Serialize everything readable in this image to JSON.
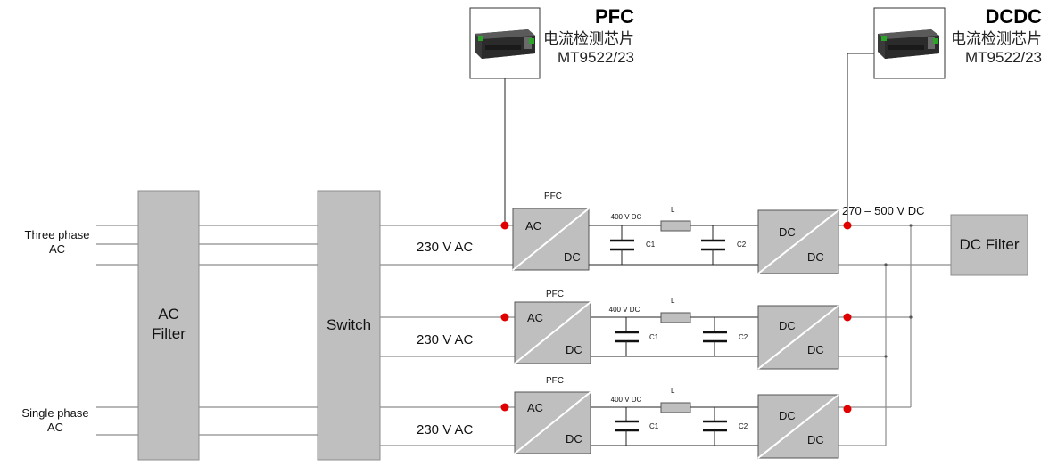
{
  "inputs": {
    "three_phase": "Three phase\nAC",
    "single_phase": "Single phase\nAC"
  },
  "blocks": {
    "ac_filter": "AC\nFilter",
    "switch": "Switch",
    "dc_filter": "DC Filter"
  },
  "bus_labels": {
    "ac_voltage": "230 V AC",
    "dc_bus": "270 – 500 V DC"
  },
  "stages": [
    {
      "pfc_label": "PFC",
      "ac": "AC",
      "dc": "DC",
      "link_voltage": "400 V DC",
      "inductor": "L",
      "c1": "C1",
      "c2": "C2",
      "dcdc_in": "DC",
      "dcdc_out": "DC"
    },
    {
      "pfc_label": "PFC",
      "ac": "AC",
      "dc": "DC",
      "link_voltage": "400 V DC",
      "inductor": "L",
      "c1": "C1",
      "c2": "C2",
      "dcdc_in": "DC",
      "dcdc_out": "DC"
    },
    {
      "pfc_label": "PFC",
      "ac": "AC",
      "dc": "DC",
      "link_voltage": "400 V DC",
      "inductor": "L",
      "c1": "C1",
      "c2": "C2",
      "dcdc_in": "DC",
      "dcdc_out": "DC"
    }
  ],
  "callouts": [
    {
      "title": "PFC",
      "line1": "电流检测芯片",
      "line2": "MT9522/23"
    },
    {
      "title": "DCDC",
      "line1": "电流检测芯片",
      "line2": "MT9522/23"
    }
  ],
  "colors": {
    "block_fill": "#bfbfbf",
    "wire": "#8c8c8c",
    "sense_dot": "#e00000"
  }
}
